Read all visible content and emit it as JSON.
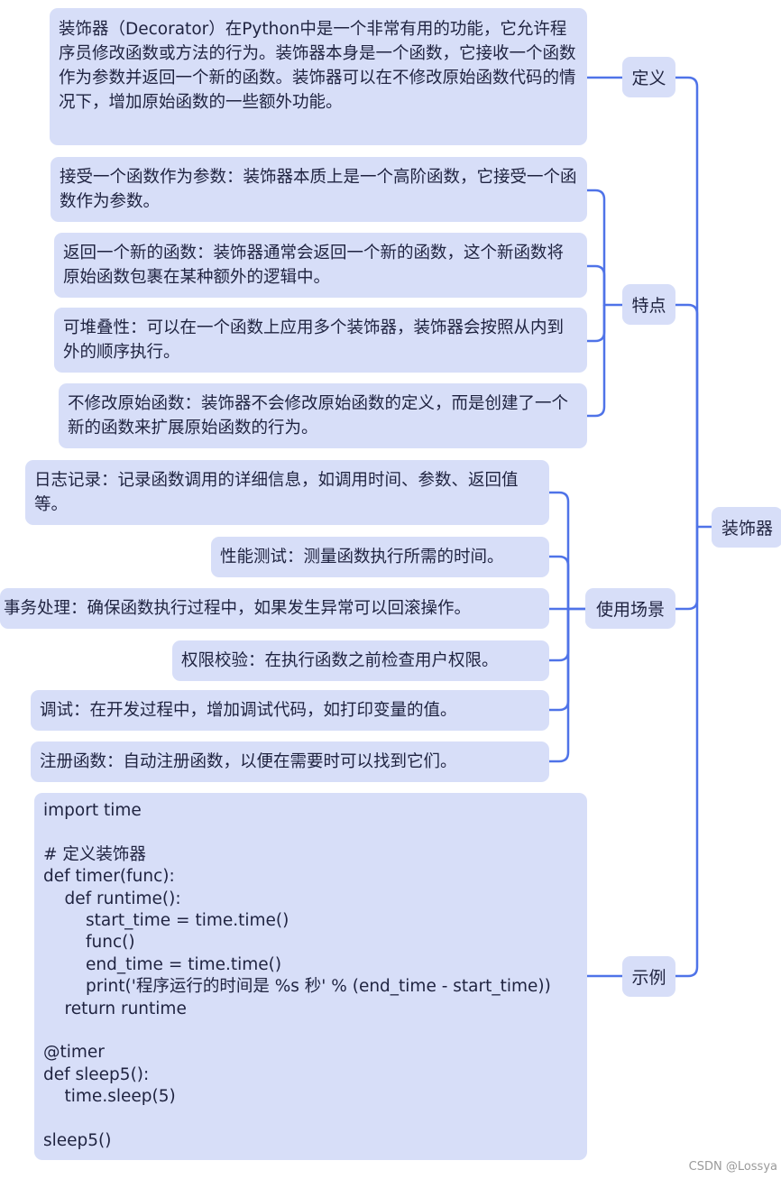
{
  "root": "装饰器",
  "branches": {
    "definition": {
      "label": "定义",
      "items": [
        "装饰器（Decorator）在Python中是一个非常有用的功能，它允许程序员修改函数或方法的行为。装饰器本身是一个函数，它接收一个函数作为参数并返回一个新的函数。装饰器可以在不修改原始函数代码的情况下，增加原始函数的一些额外功能。"
      ]
    },
    "features": {
      "label": "特点",
      "items": [
        "接受一个函数作为参数：装饰器本质上是一个高阶函数，它接受一个函数作为参数。",
        "返回一个新的函数：装饰器通常会返回一个新的函数，这个新函数将原始函数包裹在某种额外的逻辑中。",
        "可堆叠性：可以在一个函数上应用多个装饰器，装饰器会按照从内到外的顺序执行。",
        "不修改原始函数：装饰器不会修改原始函数的定义，而是创建了一个新的函数来扩展原始函数的行为。"
      ]
    },
    "usecases": {
      "label": "使用场景",
      "items": [
        "日志记录：记录函数调用的详细信息，如调用时间、参数、返回值等。",
        "性能测试：测量函数执行所需的时间。",
        "事务处理：确保函数执行过程中，如果发生异常可以回滚操作。",
        "权限校验：在执行函数之前检查用户权限。",
        "调试：在开发过程中，增加调试代码，如打印变量的值。",
        "注册函数：自动注册函数，以便在需要时可以找到它们。"
      ]
    },
    "example": {
      "label": "示例",
      "code": [
        "import time",
        "",
        "# 定义装饰器",
        "def timer(func):",
        "    def runtime():",
        "        start_time = time.time()",
        "        func()",
        "        end_time = time.time()",
        "        print('程序运行的时间是 %s 秒' % (end_time - start_time))",
        "    return runtime",
        "",
        "@timer",
        "def sleep5():",
        "    time.sleep(5)",
        "",
        "sleep5()"
      ]
    }
  },
  "watermark": "CSDN @Lossya",
  "colors": {
    "node": "#d7def8",
    "line": "#4f73e8"
  }
}
